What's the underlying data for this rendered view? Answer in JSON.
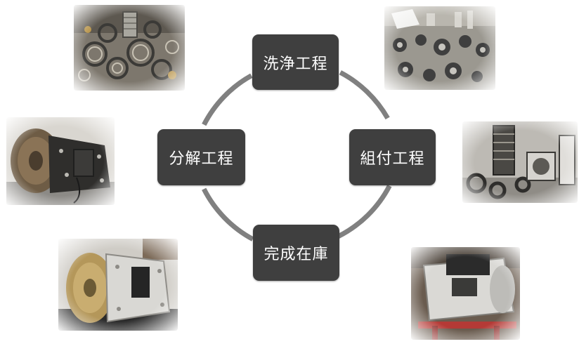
{
  "steps": {
    "top": "洗浄工程",
    "right": "組付工程",
    "bottom": "完成在庫",
    "left": "分解工程"
  },
  "colors": {
    "box": "#3f3f3f",
    "ring": "#808080",
    "text": "#ffffff"
  },
  "photos": [
    {
      "name": "photo-disassembled-parts-pile"
    },
    {
      "name": "photo-cleaned-parts-laid-out"
    },
    {
      "name": "photo-transmission-housing"
    },
    {
      "name": "photo-gear-assembly-bench"
    },
    {
      "name": "photo-transmission-torque-converter"
    },
    {
      "name": "photo-assembled-transmission-stand"
    }
  ]
}
